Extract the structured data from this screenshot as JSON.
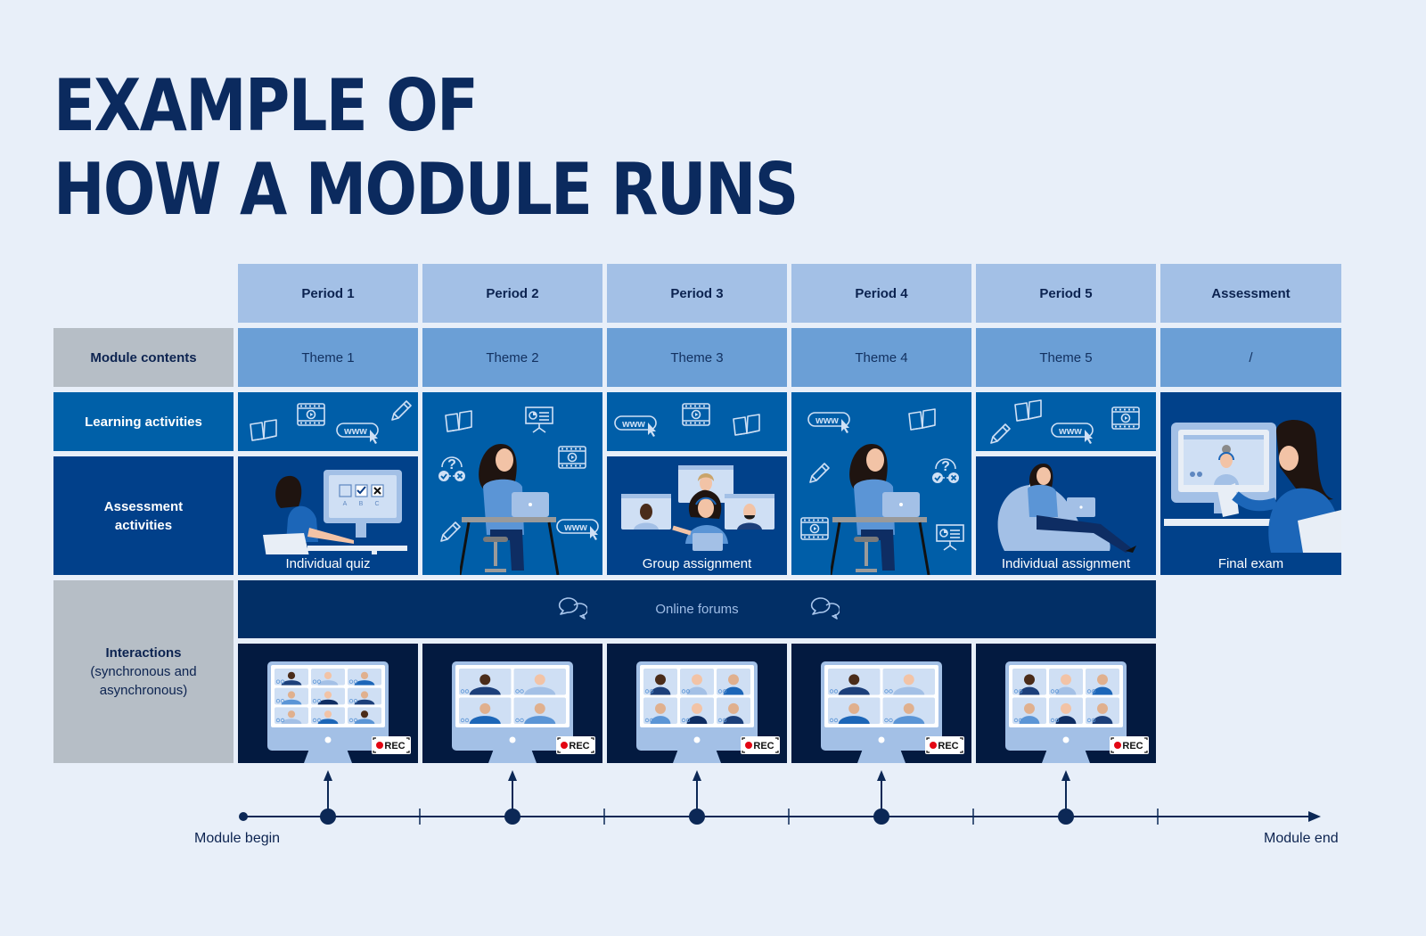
{
  "title": {
    "line1": "EXAMPLE OF",
    "line2": "HOW A MODULE RUNS"
  },
  "columns": [
    "Period 1",
    "Period 2",
    "Period 3",
    "Period 4",
    "Period 5",
    "Assessment"
  ],
  "rows": {
    "module_contents": {
      "label": "Module contents",
      "values": [
        "Theme 1",
        "Theme 2",
        "Theme 3",
        "Theme 4",
        "Theme 5",
        "/"
      ]
    },
    "learning_activities": {
      "label": "Learning activities",
      "icons": [
        [
          "book-icon",
          "video-icon",
          "www-link-icon",
          "pencil-icon"
        ],
        [
          "book-icon",
          "presentation-icon",
          "quiz-icon",
          "video-icon",
          "pencil-icon",
          "www-link-icon"
        ],
        [
          "www-link-icon",
          "video-icon",
          "book-icon"
        ],
        [
          "www-link-icon",
          "book-icon",
          "pencil-icon",
          "quiz-icon",
          "video-icon",
          "presentation-icon"
        ],
        [
          "book-icon",
          "pencil-icon",
          "www-link-icon",
          "video-icon"
        ]
      ]
    },
    "assessment_activities": {
      "label_line1": "Assessment",
      "label_line2": "activities",
      "values": [
        "Individual quiz",
        "",
        "Group assignment",
        "",
        "Individual assignment",
        "Final exam"
      ]
    },
    "interactions": {
      "label": "Interactions",
      "sublabel_line1": "(synchronous and",
      "sublabel_line2": "asynchronous)",
      "forums_label": "Online forums",
      "video_call_participants": [
        9,
        4,
        6,
        4,
        6
      ],
      "rec_label": "REC"
    }
  },
  "quiz_options": [
    "A",
    "B",
    "C"
  ],
  "timeline": {
    "start_label": "Module begin",
    "end_label": "Module end",
    "milestones": 5
  },
  "colors": {
    "background": "#e8eff9",
    "header": "#a3c0e6",
    "contents": "#6b9fd6",
    "learning": "#005ea8",
    "assessment": "#01418a",
    "forums": "#022f66",
    "interactions": "#031a40",
    "label_grey": "#b6bec6",
    "title": "#0b2a5e",
    "rec_dot": "#e30613"
  }
}
